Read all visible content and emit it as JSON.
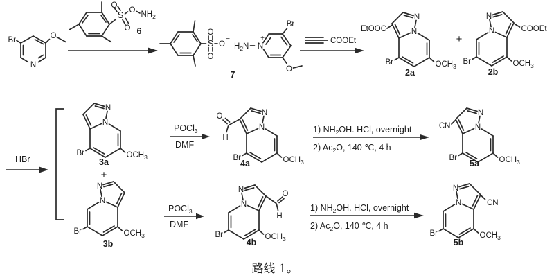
{
  "colors": {
    "ink": "#2a2a2a",
    "background": "#ffffff"
  },
  "caption": "路线 1。",
  "startMaterial": {
    "br": "Br",
    "o": "O",
    "n": "N"
  },
  "reagent6": {
    "o_top": "O",
    "s": "S",
    "o_bot": "O",
    "o_link": "O",
    "nh": "NH",
    "nh_sub": "2",
    "num": "6"
  },
  "salt7": {
    "o_top": "O",
    "s": "S",
    "o_bot": "O",
    "o_anion": "O",
    "charge": "−",
    "amine_h": "H",
    "amine_sub": "2",
    "amine_n": "N",
    "n": "N",
    "plus": "+",
    "br": "Br",
    "o": "O",
    "num": "7"
  },
  "alkyne": {
    "ester": "COOEt"
  },
  "coreA": {
    "n1": "N",
    "n2": "N",
    "br": "Br",
    "och": "OCH",
    "och_sub": "3"
  },
  "coreB": {
    "n1": "N",
    "n2": "N",
    "br": "Br",
    "och": "OCH",
    "och_sub": "3"
  },
  "compounds": {
    "c2a": {
      "sub": "EtOOC",
      "label": "2a"
    },
    "c2b": {
      "sub": "COOEt",
      "label": "2b"
    },
    "c3a": {
      "label": "3a"
    },
    "c3b": {
      "label": "3b"
    },
    "c4a": {
      "o": "O",
      "h": "H",
      "label": "4a"
    },
    "c4b": {
      "o": "O",
      "h": "H",
      "label": "4b"
    },
    "c5a": {
      "cn": "CN",
      "label": "5a"
    },
    "c5b": {
      "cn": "CN",
      "label": "5b"
    }
  },
  "operators": {
    "plus_top": "+",
    "plus_left": "+"
  },
  "steps": {
    "hbr": "HBr",
    "formylation": {
      "pocl": "POCl",
      "pocl_sub": "3",
      "dmf": "DMF"
    },
    "nitrile": {
      "l1a": "1) NH",
      "l1sub": "2",
      "l1b": "OH. HCl, overnight",
      "l2a": "2) Ac",
      "l2sub": "2",
      "l2b": "O, 140 ℃, 4 h"
    }
  }
}
